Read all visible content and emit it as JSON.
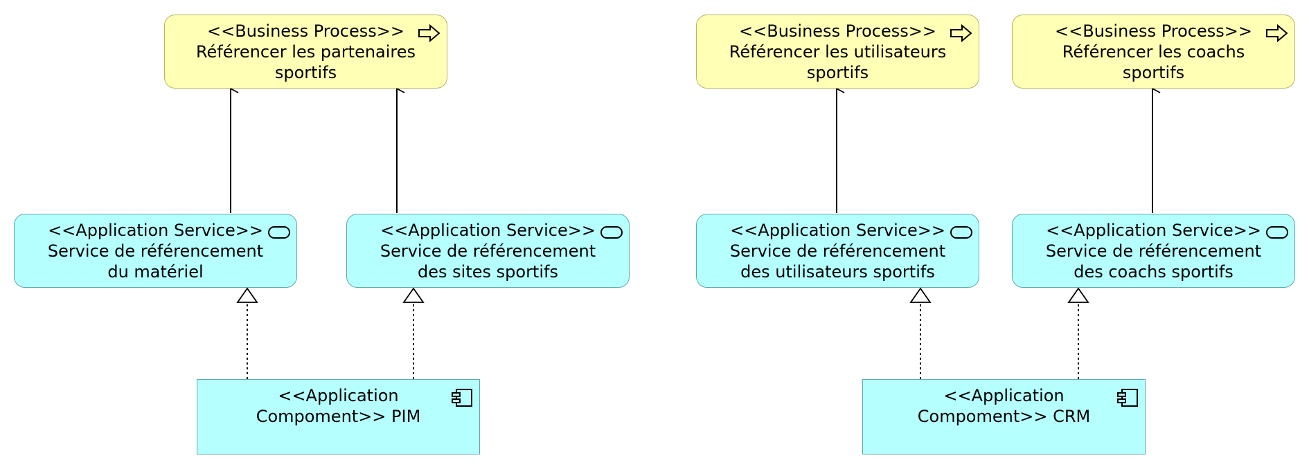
{
  "business_processes": [
    {
      "stereotype": "<<Business Process>>",
      "label": "Référencer les partenaires\nsportifs",
      "icon": "process-arrow-icon"
    },
    {
      "stereotype": "<<Business Process>>",
      "label": "Référencer les utilisateurs\nsportifs",
      "icon": "process-arrow-icon"
    },
    {
      "stereotype": "<<Business Process>>",
      "label": "Référencer les coachs\nsportifs",
      "icon": "process-arrow-icon"
    }
  ],
  "application_services": [
    {
      "stereotype": "<<Application Service>>",
      "label": "Service de référencement\ndu matériel",
      "icon": "service-pill-icon"
    },
    {
      "stereotype": "<<Application Service>>",
      "label": "Service de référencement\ndes sites sportifs",
      "icon": "service-pill-icon"
    },
    {
      "stereotype": "<<Application Service>>",
      "label": "Service de référencement\ndes utilisateurs sportifs",
      "icon": "service-pill-icon"
    },
    {
      "stereotype": "<<Application Service>>",
      "label": "Service de référencement\ndes coachs sportifs",
      "icon": "service-pill-icon"
    }
  ],
  "application_components": [
    {
      "label": "<<Application\nCompoment>> PIM",
      "icon": "component-icon"
    },
    {
      "label": "<<Application\nCompoment>> CRM",
      "icon": "component-icon"
    }
  ],
  "colors": {
    "business_fill": "#ffffb5",
    "business_border": "#b5b566",
    "application_fill": "#b5ffff",
    "application_border": "#5fa9a9",
    "line": "#000000"
  }
}
